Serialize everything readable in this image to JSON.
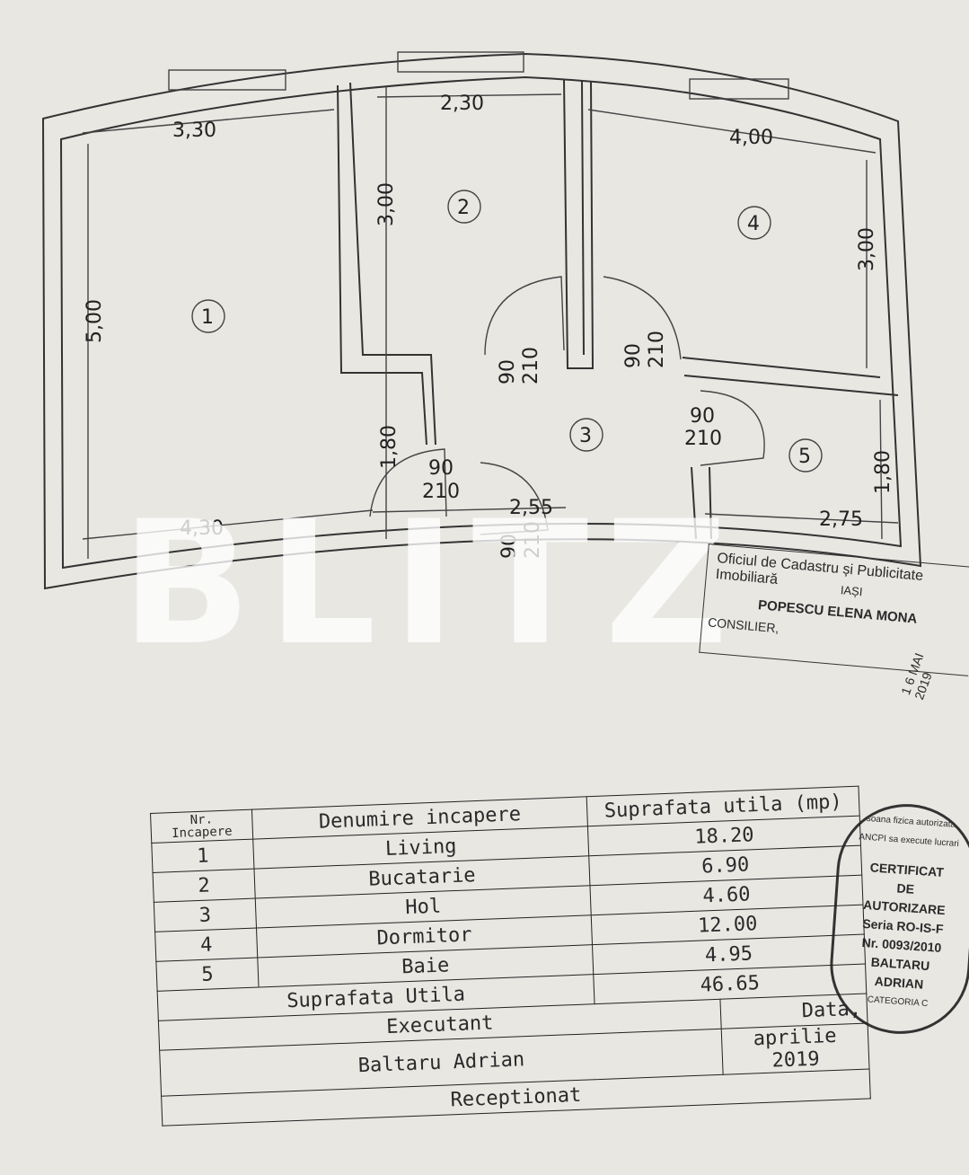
{
  "plan": {
    "rooms": [
      "1",
      "2",
      "3",
      "4",
      "5"
    ],
    "dimensions": [
      "3,30",
      "2,30",
      "4,00",
      "5,00",
      "3,00",
      "3,00",
      "1,80",
      "1,80",
      "4,30",
      "2,55",
      "2,75"
    ],
    "doors": [
      {
        "width": "90",
        "height": "210"
      },
      {
        "width": "90",
        "height": "210"
      },
      {
        "width": "90",
        "height": "210"
      },
      {
        "width": "90",
        "height": "210"
      },
      {
        "width": "90",
        "height": "210"
      }
    ]
  },
  "watermark": "BLITZ",
  "stamp": {
    "office": "Oficiul de Cadastru și Publicitate Imobiliară",
    "city": "IAȘI",
    "name": "POPESCU ELENA MONA",
    "role": "CONSILIER,",
    "date": "1 6 MAI 2019"
  },
  "seal": {
    "arc_text": "Persoana fizica autorizata de ANCPI sa execute lucrari",
    "lines": [
      "CERTIFICAT",
      "DE",
      "AUTORIZARE",
      "Seria RO-IS-F",
      "Nr. 0093/2010",
      "BALTARU",
      "ADRIAN"
    ],
    "category": "CATEGORIA C"
  },
  "table": {
    "headers": {
      "nr": "Nr. Incapere",
      "name": "Denumire incapere",
      "area": "Suprafata utila (mp)"
    },
    "rows": [
      {
        "nr": "1",
        "name": "Living",
        "area": "18.20"
      },
      {
        "nr": "2",
        "name": "Bucatarie",
        "area": "6.90"
      },
      {
        "nr": "3",
        "name": "Hol",
        "area": "4.60"
      },
      {
        "nr": "4",
        "name": "Dormitor",
        "area": "12.00"
      },
      {
        "nr": "5",
        "name": "Baie",
        "area": "4.95"
      }
    ],
    "total_label": "Suprafata Utila",
    "total_value": "46.65",
    "executant_label": "Executant",
    "data_label": "Data,",
    "executant_name": "Baltaru Adrian",
    "date_value": "aprilie 2019",
    "receptionat_label": "Receptionat"
  }
}
